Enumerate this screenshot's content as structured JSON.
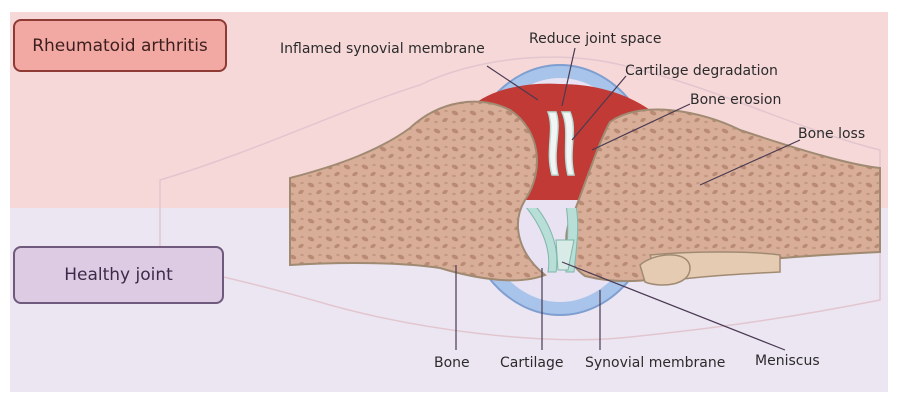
{
  "panels": {
    "top": {
      "label": "Rheumatoid arthritis",
      "color": "#f2a8a3"
    },
    "bottom": {
      "label": "Healthy joint",
      "color": "#dccbe3"
    }
  },
  "labels": {
    "inflamed_synovial_membrane": "Inflamed synovial membrane",
    "reduce_joint_space": "Reduce joint space",
    "cartilage_degradation": "Cartilage degradation",
    "bone_erosion": "Bone erosion",
    "bone_loss": "Bone loss",
    "bone": "Bone",
    "cartilage": "Cartilage",
    "synovial_membrane": "Synovial membrane",
    "meniscus": "Meniscus"
  },
  "colors": {
    "bone": "#d8ae98",
    "bone_outline": "#a08a72",
    "synovial_fluid_blue": "#a9c4ea",
    "inflamed_red": "#c23a35",
    "cartilage": "#b7ded7",
    "leader_line": "#4a3a52"
  }
}
